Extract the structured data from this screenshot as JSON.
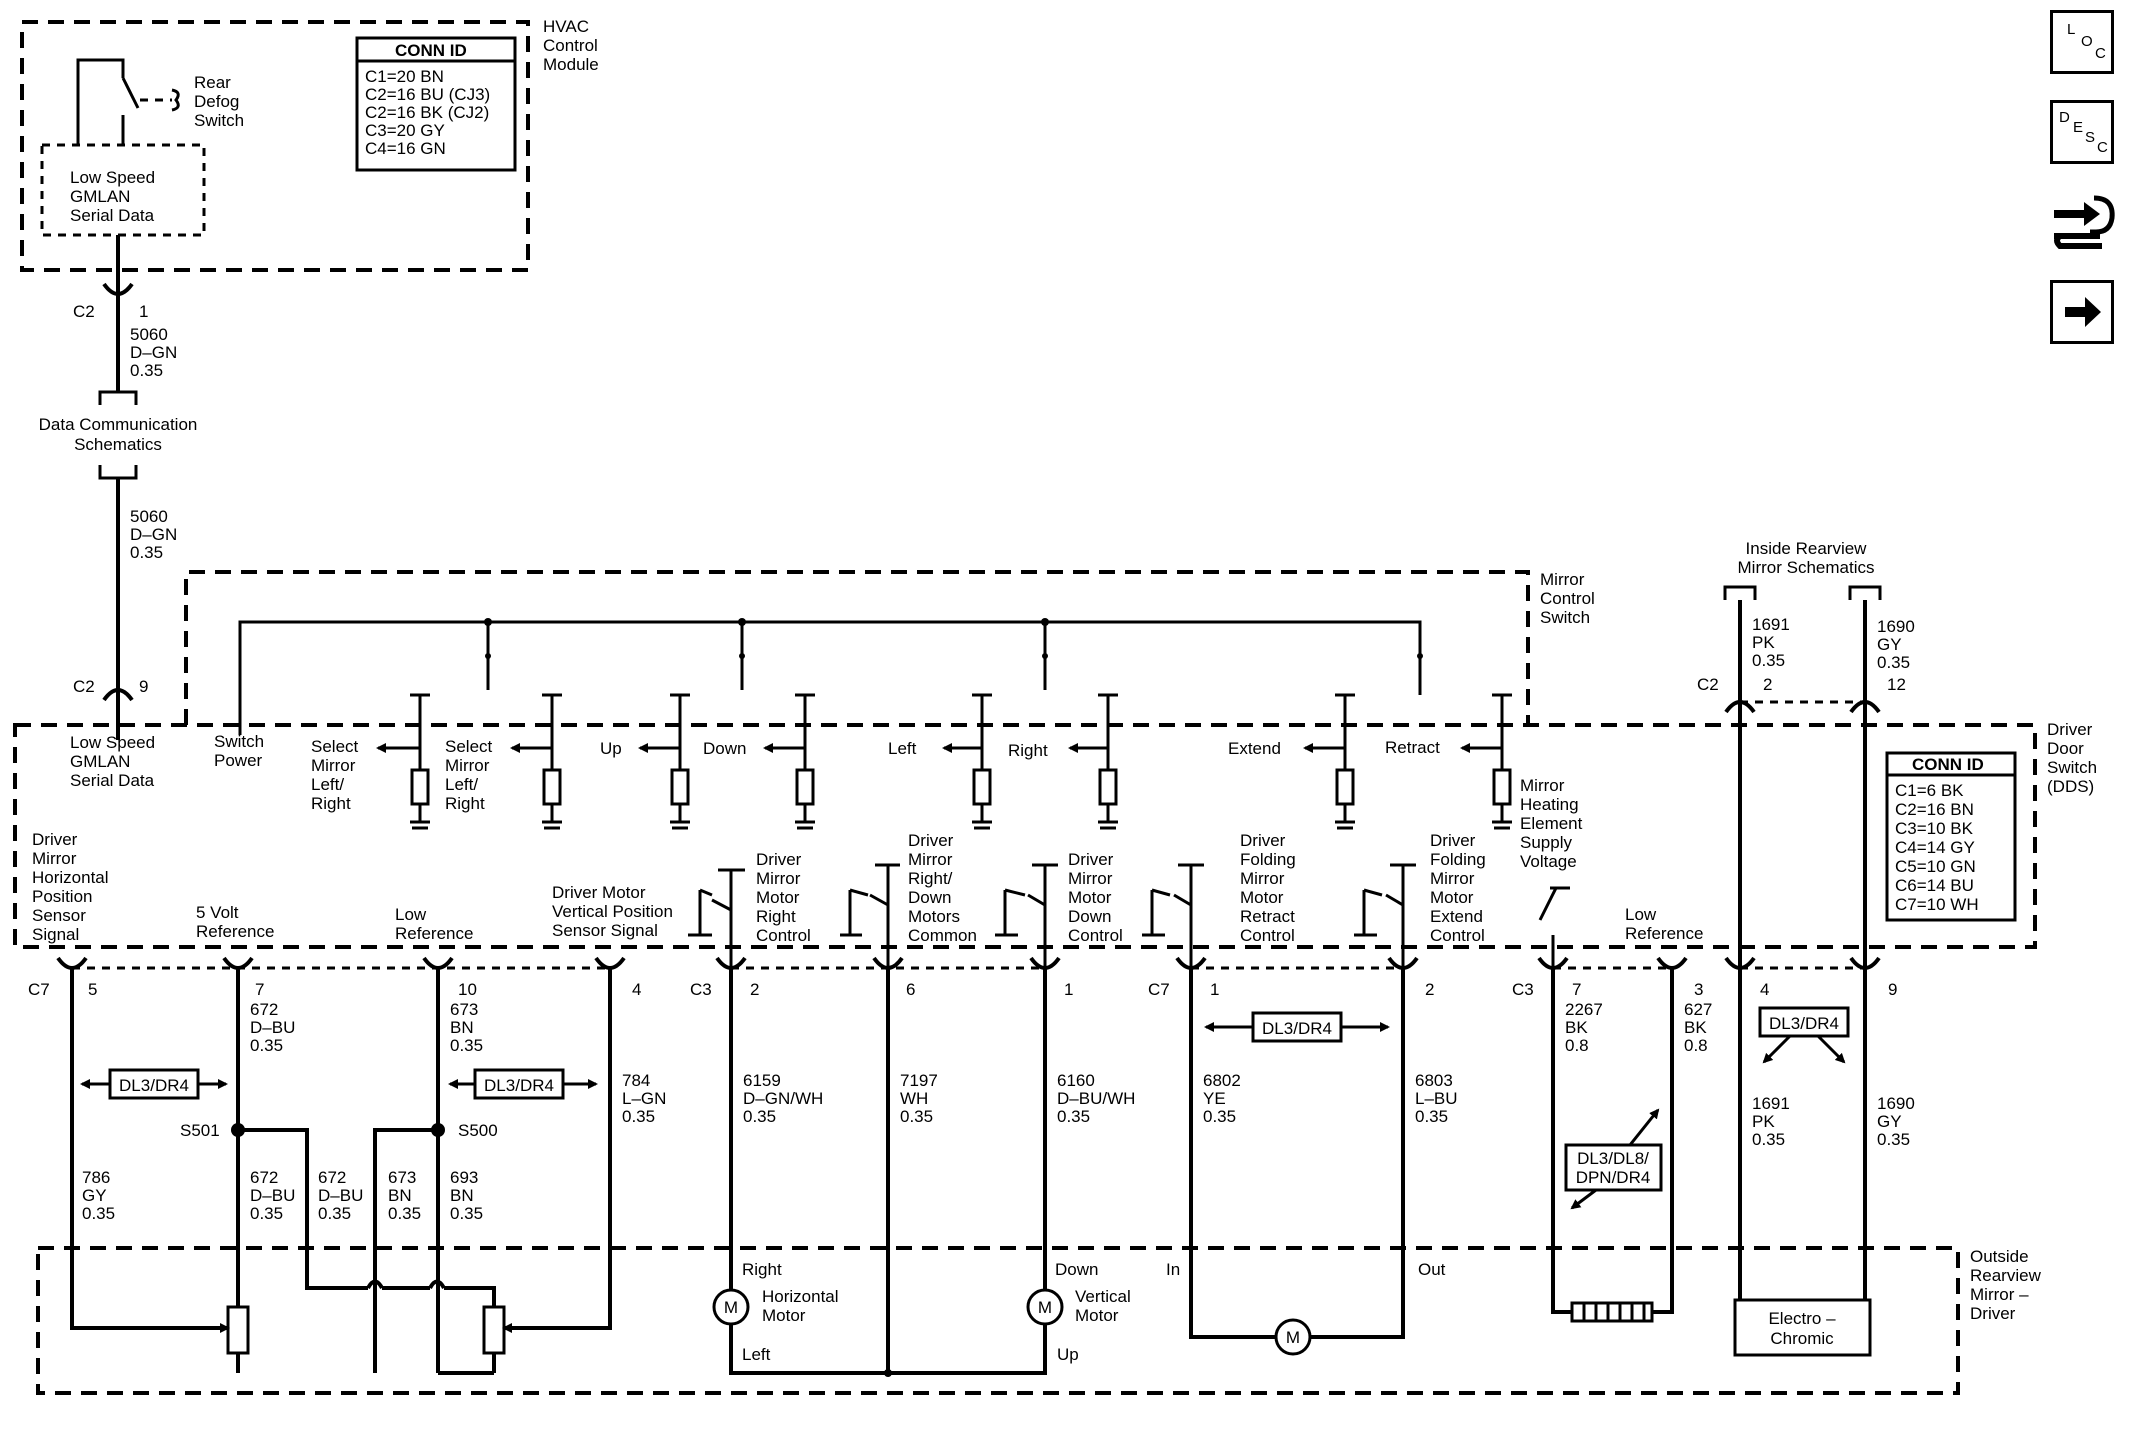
{
  "hvac": {
    "title": [
      "HVAC",
      "Control",
      "Module"
    ],
    "switch_label": [
      "Rear",
      "Defog",
      "Switch"
    ],
    "gmlan_label": [
      "Low Speed",
      "GMLAN",
      "Serial Data"
    ],
    "conn_id_title": "CONN ID",
    "conn_ids": [
      "C1=20 BN",
      "C2=16 BU (CJ3)",
      "C2=16 BK (CJ2)",
      "C3=20 GY",
      "C4=16 GN"
    ]
  },
  "data_link": {
    "c2_top": "C2",
    "pin_top": "1",
    "wire_top": [
      "5060",
      "D–GN",
      "0.35"
    ],
    "schematics": [
      "Data Communication",
      "Schematics"
    ],
    "wire_bottom": [
      "5060",
      "D–GN",
      "0.35"
    ],
    "c2_bottom": "C2",
    "pin_bottom": "9"
  },
  "mirror_switch": {
    "title": [
      "Mirror",
      "Control",
      "Switch"
    ],
    "switch_power": [
      "Switch",
      "Power"
    ],
    "controls": [
      [
        "Select",
        "Mirror",
        "Left/",
        "Right"
      ],
      [
        "Select",
        "Mirror",
        "Left/",
        "Right"
      ],
      [
        "Up"
      ],
      [
        "Down"
      ],
      [
        "Left"
      ],
      [
        "Right"
      ],
      [
        "Extend"
      ],
      [
        "Retract"
      ]
    ],
    "mirror_heating": [
      "Mirror",
      "Heating",
      "Element",
      "Supply",
      "Voltage"
    ]
  },
  "dds": {
    "title": [
      "Driver",
      "Door",
      "Switch",
      "(DDS)"
    ],
    "gmlan": [
      "Low Speed",
      "GMLAN",
      "Serial Data"
    ],
    "conn_id_title": "CONN ID",
    "conn_ids": [
      "C1=6 BK",
      "C2=16 BN",
      "C3=10 BK",
      "C4=14 GY",
      "C5=10 GN",
      "C6=14 BU",
      "C7=10 WH"
    ],
    "signals": {
      "horiz_sensor": [
        "Driver",
        "Mirror",
        "Horizontal",
        "Position",
        "Sensor",
        "Signal"
      ],
      "five_volt": [
        "5 Volt",
        "Reference"
      ],
      "low_ref": [
        "Low",
        "Reference"
      ],
      "vert_sensor": [
        "Driver Motor",
        "Vertical Position",
        "Sensor Signal"
      ],
      "right_ctrl": [
        "Driver",
        "Mirror",
        "Motor",
        "Right",
        "Control"
      ],
      "common": [
        "Driver",
        "Mirror",
        "Right/",
        "Down",
        "Motors",
        "Common"
      ],
      "down_ctrl": [
        "Driver",
        "Mirror",
        "Motor",
        "Down",
        "Control"
      ],
      "retract_ctrl": [
        "Driver",
        "Folding",
        "Mirror",
        "Motor",
        "Retract",
        "Control"
      ],
      "extend_ctrl": [
        "Driver",
        "Folding",
        "Mirror",
        "Motor",
        "Extend",
        "Control"
      ],
      "low_ref2": [
        "Low",
        "Reference"
      ]
    }
  },
  "connectors": {
    "c7a": "C7",
    "c7a_pins": [
      "5",
      "7",
      "10",
      "4"
    ],
    "c3a": "C3",
    "c3a_pins": [
      "2",
      "6",
      "1"
    ],
    "c7b": "C7",
    "c7b_pins": [
      "1",
      "2"
    ],
    "c3b": "C3",
    "c3b_pins": [
      "7",
      "3"
    ],
    "c4_pins": [
      "4",
      "9"
    ],
    "c2_right": "C2",
    "c2_right_pins": [
      "2",
      "12"
    ]
  },
  "wires": {
    "w672a": [
      "672",
      "D–BU",
      "0.35"
    ],
    "w673a": [
      "673",
      "BN",
      "0.35"
    ],
    "w784": [
      "784",
      "L–GN",
      "0.35"
    ],
    "w786": [
      "786",
      "GY",
      "0.35"
    ],
    "w672b": [
      "672",
      "D–BU",
      "0.35"
    ],
    "w672c": [
      "672",
      "D–BU",
      "0.35"
    ],
    "w673b": [
      "673",
      "BN",
      "0.35"
    ],
    "w693": [
      "693",
      "BN",
      "0.35"
    ],
    "w6159": [
      "6159",
      "D–GN/WH",
      "0.35"
    ],
    "w7197": [
      "7197",
      "WH",
      "0.35"
    ],
    "w6160": [
      "6160",
      "D–BU/WH",
      "0.35"
    ],
    "w6802": [
      "6802",
      "YE",
      "0.35"
    ],
    "w6803": [
      "6803",
      "L–BU",
      "0.35"
    ],
    "w2267": [
      "2267",
      "BK",
      "0.8"
    ],
    "w627": [
      "627",
      "BK",
      "0.8"
    ],
    "w1691a": [
      "1691",
      "PK",
      "0.35"
    ],
    "w1690a": [
      "1690",
      "GY",
      "0.35"
    ],
    "w1691b": [
      "1691",
      "PK",
      "0.35"
    ],
    "w1690b": [
      "1690",
      "GY",
      "0.35"
    ]
  },
  "splices": {
    "s501": "S501",
    "s500": "S500"
  },
  "options": {
    "opt1": "DL3/DR4",
    "opt2": "DL3/DR4",
    "opt3": "DL3/DR4",
    "opt4": [
      "DL3/DL8/",
      "DPN/DR4"
    ],
    "opt5": "DL3/DR4"
  },
  "inside_mirror": [
    "Inside Rearview",
    "Mirror Schematics"
  ],
  "outside_mirror": {
    "title": [
      "Outside",
      "Rearview",
      "Mirror –",
      "Driver"
    ],
    "motor_symbol": "M",
    "horizontal_motor": [
      "Horizontal",
      "Motor"
    ],
    "vertical_motor": [
      "Vertical",
      "Motor"
    ],
    "right": "Right",
    "left": "Left",
    "down": "Down",
    "up": "Up",
    "in": "In",
    "out": "Out",
    "electro": [
      "Electro –",
      "Chromic"
    ]
  },
  "nav": {
    "loc": [
      "L",
      "O",
      "C"
    ],
    "desc": [
      "D",
      "E",
      "S",
      "C"
    ]
  }
}
